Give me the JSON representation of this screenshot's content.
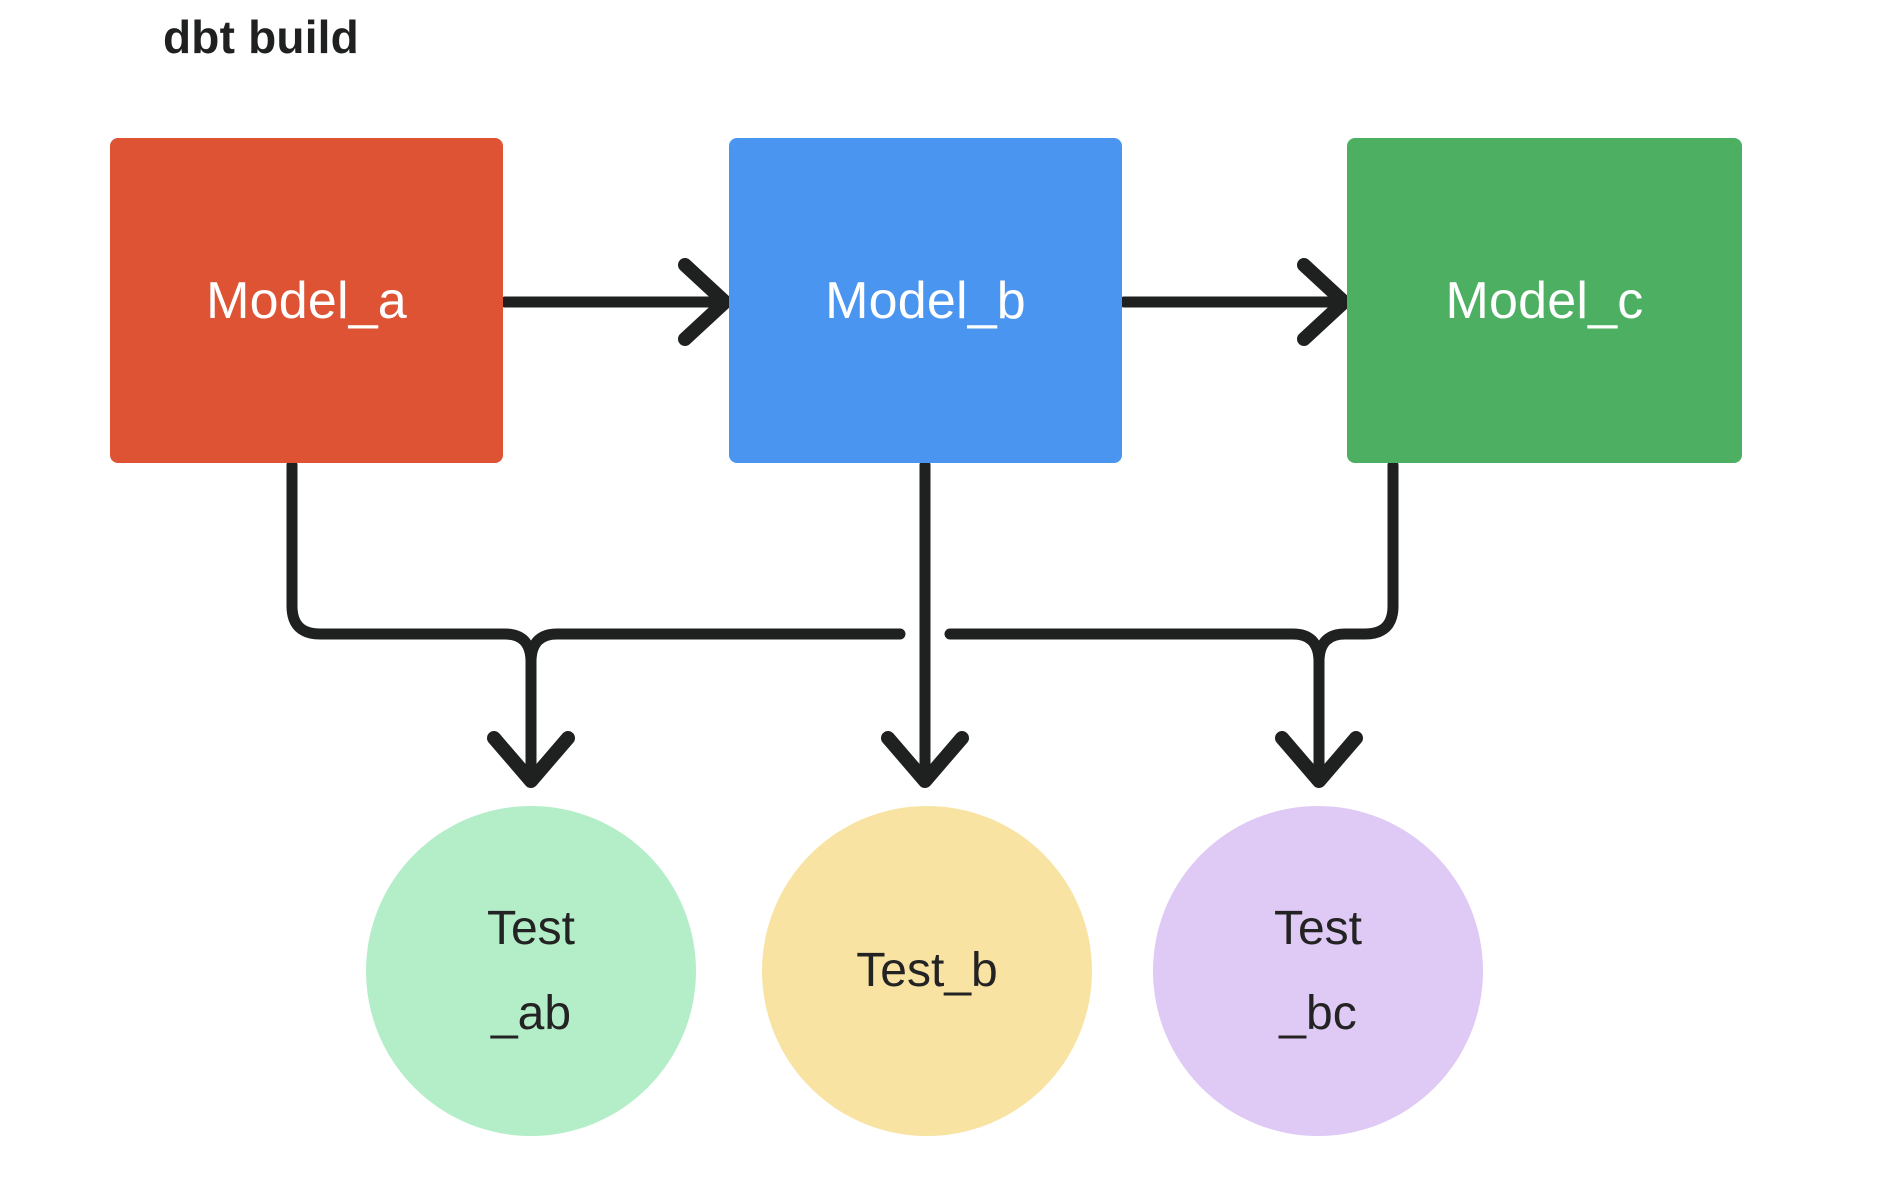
{
  "title": "dbt build",
  "colors": {
    "model_a": "#dd5334",
    "model_b": "#4a95f0",
    "model_c": "#4caf62",
    "test_ab": "#b4eec8",
    "test_b": "#f8e3a3",
    "test_bc": "#dfc9f5",
    "edge": "#1f2020",
    "box_text": "#ffffff",
    "circle_text": "#232323",
    "background": "#ffffff"
  },
  "nodes": {
    "models": [
      {
        "id": "model_a",
        "label": "Model_a",
        "shape": "rect"
      },
      {
        "id": "model_b",
        "label": "Model_b",
        "shape": "rect"
      },
      {
        "id": "model_c",
        "label": "Model_c",
        "shape": "rect"
      }
    ],
    "tests": [
      {
        "id": "test_ab",
        "label_line1": "Test",
        "label_line2": "_ab",
        "shape": "circle"
      },
      {
        "id": "test_b",
        "label_line1": "Test_b",
        "label_line2": "",
        "shape": "circle"
      },
      {
        "id": "test_bc",
        "label_line1": "Test",
        "label_line2": "_bc",
        "shape": "circle"
      }
    ]
  },
  "edges": [
    {
      "from": "model_a",
      "to": "model_b",
      "style": "arrow-right"
    },
    {
      "from": "model_b",
      "to": "model_c",
      "style": "arrow-right"
    },
    {
      "from": "model_a",
      "to": "test_ab",
      "style": "orthogonal-down"
    },
    {
      "from": "model_b",
      "to": "test_ab",
      "style": "orthogonal-down"
    },
    {
      "from": "model_b",
      "to": "test_b",
      "style": "straight-down"
    },
    {
      "from": "model_b",
      "to": "test_bc",
      "style": "orthogonal-down"
    },
    {
      "from": "model_c",
      "to": "test_bc",
      "style": "orthogonal-down"
    }
  ]
}
